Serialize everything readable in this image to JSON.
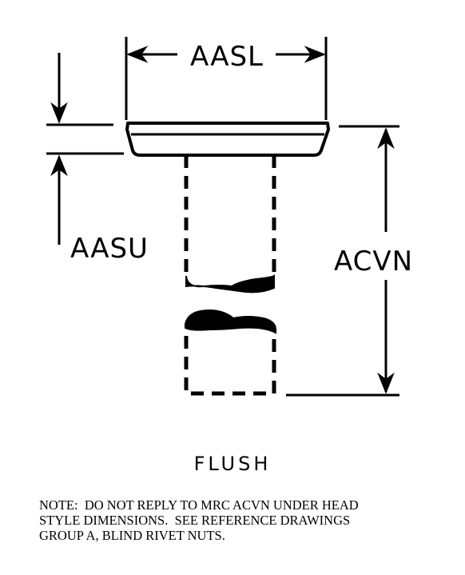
{
  "diagram": {
    "labels": {
      "head_diameter": "AASL",
      "head_thickness": "AASU",
      "grip_length": "ACVN"
    },
    "caption": "FLUSH",
    "note_lines": [
      "NOTE:  DO NOT REPLY TO MRC ACVN UNDER HEAD",
      "STYLE DIMENSIONS.  SEE REFERENCE DRAWINGS",
      "GROUP A, BLIND RIVET NUTS."
    ]
  }
}
